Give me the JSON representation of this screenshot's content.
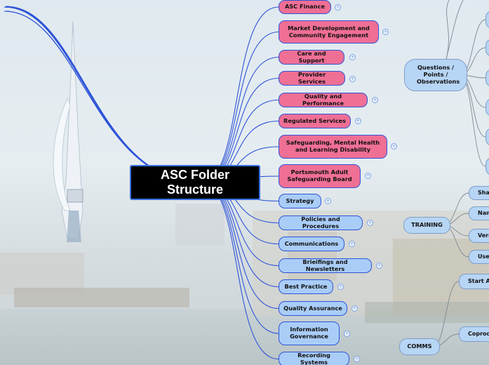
{
  "central": {
    "title": "ASC Folder Structure"
  },
  "branches_pink": [
    {
      "label": "ASC Finance",
      "badge": "+"
    },
    {
      "label": "Market Development and Community Engagement",
      "badge": "+"
    },
    {
      "label": "Care and Support",
      "badge": "+"
    },
    {
      "label": "Provider Services",
      "badge": "+"
    },
    {
      "label": "Quality and Performance",
      "badge": "+"
    },
    {
      "label": "Regulated Services",
      "badge": "+"
    },
    {
      "label": "Safeguarding, Mental Health and Learning Disability",
      "badge": "+"
    },
    {
      "label": "Portsmouth Adult Safeguarding Board",
      "badge": "+"
    }
  ],
  "branches_blue": [
    {
      "label": "Strategy",
      "badge": "+"
    },
    {
      "label": "Policies and Procedures",
      "badge": "+"
    },
    {
      "label": "Communications",
      "badge": "+"
    },
    {
      "label": "Brieifings and Newsletters",
      "badge": "+"
    },
    {
      "label": "Best Practice",
      "badge": "+"
    },
    {
      "label": "Quality Assurance",
      "badge": "+"
    },
    {
      "label": "Information Governance",
      "badge": "+"
    },
    {
      "label": "Recording Systems",
      "badge": "+"
    }
  ],
  "side_topics": {
    "questions": "Questions / Points / Observations",
    "training": "TRAINING",
    "comms": "COMMS"
  },
  "training_children": [
    "Shar",
    "Nam",
    "Vers",
    "Use"
  ],
  "comms_children": [
    "Start AS",
    "Coprodu"
  ],
  "colors": {
    "pink": "#ef6f95",
    "blue": "#a9cdf7",
    "line": "#2f54d8",
    "central_bg": "#000000"
  }
}
